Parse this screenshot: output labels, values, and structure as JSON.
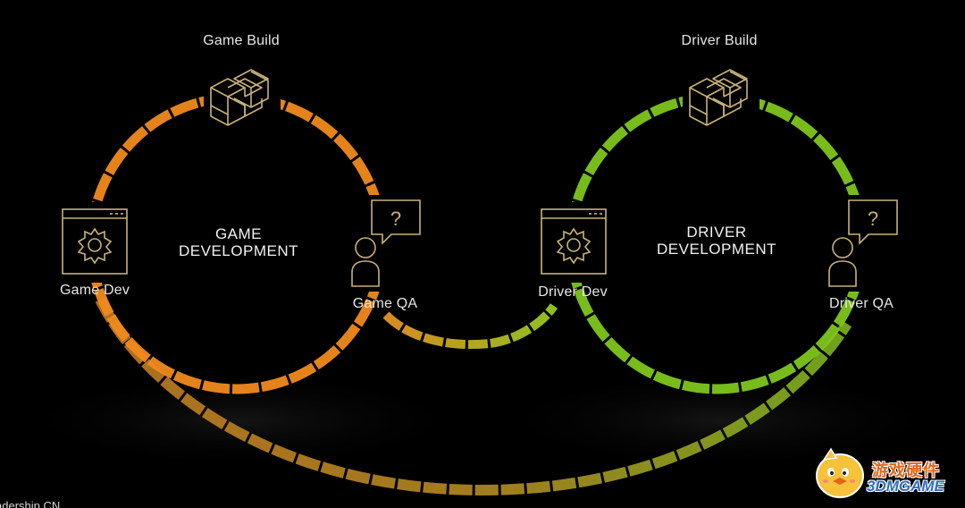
{
  "diagram": {
    "left_cycle": {
      "top_label": "Game Build",
      "left_label": "Game Dev",
      "right_label": "Game QA",
      "center_line1": "GAME",
      "center_line2": "DEVELOPMENT",
      "question_mark": "?",
      "color": "#f08a1c"
    },
    "right_cycle": {
      "top_label": "Driver Build",
      "left_label": "Driver Dev",
      "right_label": "Driver QA",
      "center_line1": "DRIVER",
      "center_line2": "DEVELOPMENT",
      "question_mark": "?",
      "color": "#7ec61e"
    },
    "icon_color": "#c9b27a"
  },
  "footer": {
    "text": "adership CN"
  },
  "watermark": {
    "cn": "游戏硬件",
    "en": "3DMGAME"
  }
}
